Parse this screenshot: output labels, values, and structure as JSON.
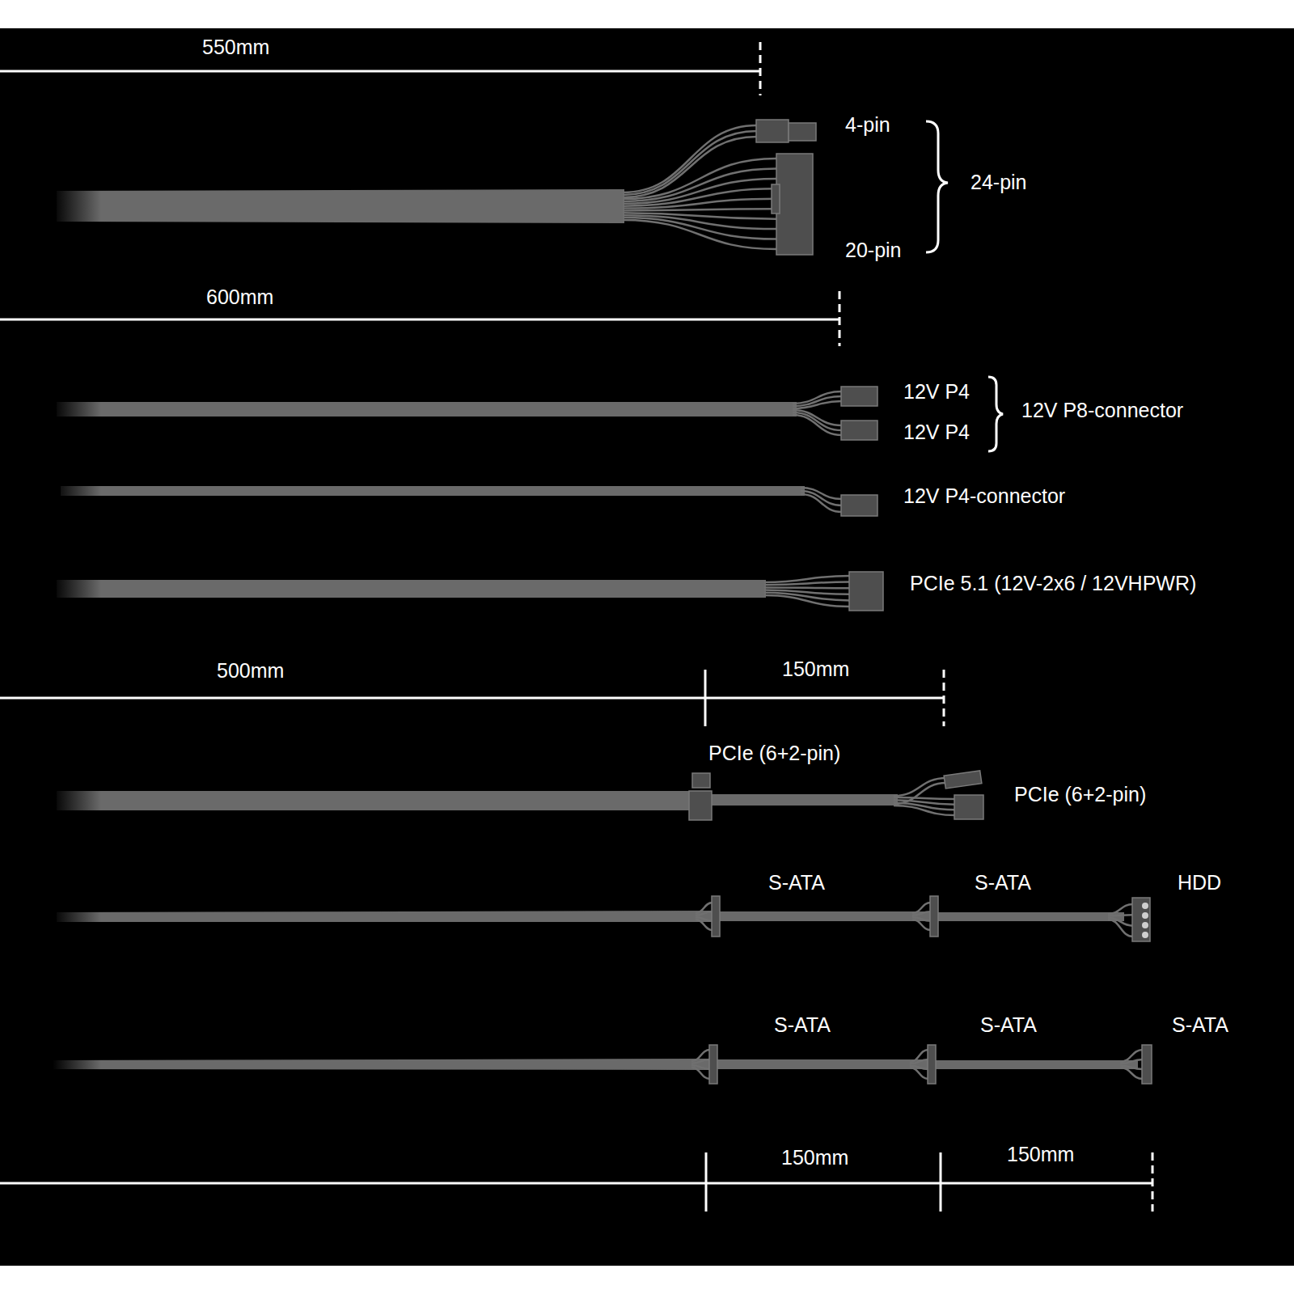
{
  "diagram": {
    "labels": [
      "550mm",
      "4-pin",
      "24-pin",
      "20-pin",
      "600mm",
      "12V P4",
      "12V P8-connector",
      "12V P4",
      "12V P4-connector",
      "PCIe 5.1 (12V-2x6 / 12VHPWR)",
      "500mm",
      "150mm",
      "PCIe (6+2-pin)",
      "PCIe (6+2-pin)",
      "S-ATA",
      "S-ATA",
      "HDD",
      "S-ATA",
      "S-ATA",
      "S-ATA",
      "150mm",
      "150mm"
    ]
  }
}
